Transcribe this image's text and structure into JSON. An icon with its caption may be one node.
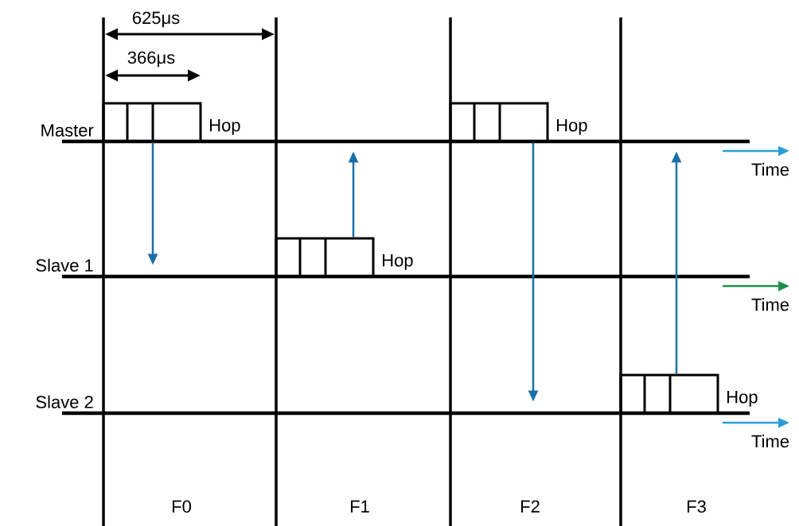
{
  "diagram": {
    "nodes": [
      {
        "text": [
          "Master"
        ]
      },
      {
        "text": [
          "Slave 1"
        ]
      },
      {
        "text": [
          "Slave 2"
        ]
      },
      {
        "text": [],
        "shape": "box",
        "beside": [
          "Hop"
        ]
      },
      {
        "text": [],
        "shape": "box",
        "beside": [
          "Hop"
        ]
      },
      {
        "text": [],
        "shape": "box",
        "beside": [
          "Hop"
        ]
      },
      {
        "text": [],
        "shape": "box",
        "beside": [
          "Hop"
        ]
      }
    ],
    "edges": [
      {
        "from": 3,
        "to": 1,
        "arrow": "to"
      },
      {
        "from": 4,
        "to": 0,
        "arrow": "to"
      },
      {
        "from": 5,
        "to": 2,
        "arrow": "to"
      },
      {
        "from": 6,
        "to": 0,
        "arrow": "to"
      }
    ],
    "labels": [
      "625μs",
      "366μs",
      "Time",
      "Time",
      "Time",
      "F0",
      "F1",
      "F2",
      "F3"
    ]
  }
}
